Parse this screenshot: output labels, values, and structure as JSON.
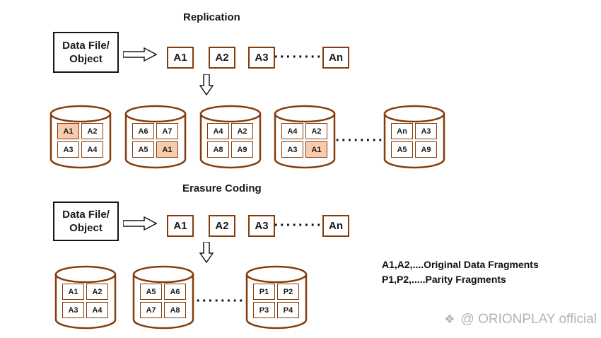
{
  "colors": {
    "fragment_border": "#843C0C",
    "highlight_fill": "#F8CBAD",
    "watermark": "#b3b3b3"
  },
  "replication": {
    "title": "Replication",
    "source": "Data File/\nObject",
    "fragments": {
      "f1": "A1",
      "f2": "A2",
      "f3": "A3",
      "dots": "········",
      "fn": "An"
    },
    "disk_dots": "········",
    "disks": [
      {
        "cells": [
          {
            "label": "A1",
            "highlight": true
          },
          {
            "label": "A2",
            "highlight": false
          },
          {
            "label": "A3",
            "highlight": false
          },
          {
            "label": "A4",
            "highlight": false
          }
        ]
      },
      {
        "cells": [
          {
            "label": "A6",
            "highlight": false
          },
          {
            "label": "A7",
            "highlight": false
          },
          {
            "label": "A5",
            "highlight": false
          },
          {
            "label": "A1",
            "highlight": true
          }
        ]
      },
      {
        "cells": [
          {
            "label": "A4",
            "highlight": false
          },
          {
            "label": "A2",
            "highlight": false
          },
          {
            "label": "A8",
            "highlight": false
          },
          {
            "label": "A9",
            "highlight": false
          }
        ]
      },
      {
        "cells": [
          {
            "label": "A4",
            "highlight": false
          },
          {
            "label": "A2",
            "highlight": false
          },
          {
            "label": "A3",
            "highlight": false
          },
          {
            "label": "A1",
            "highlight": true
          }
        ]
      },
      {
        "cells": [
          {
            "label": "An",
            "highlight": false
          },
          {
            "label": "A3",
            "highlight": false
          },
          {
            "label": "A5",
            "highlight": false
          },
          {
            "label": "A9",
            "highlight": false
          }
        ]
      }
    ]
  },
  "erasure": {
    "title": "Erasure Coding",
    "source": "Data File/\nObject",
    "fragments": {
      "f1": "A1",
      "f2": "A2",
      "f3": "A3",
      "dots": "········",
      "fn": "An"
    },
    "disk_dots": "········",
    "disks": [
      {
        "cells": [
          {
            "label": "A1",
            "highlight": false
          },
          {
            "label": "A2",
            "highlight": false
          },
          {
            "label": "A3",
            "highlight": false
          },
          {
            "label": "A4",
            "highlight": false
          }
        ]
      },
      {
        "cells": [
          {
            "label": "A5",
            "highlight": false
          },
          {
            "label": "A6",
            "highlight": false
          },
          {
            "label": "A7",
            "highlight": false
          },
          {
            "label": "A8",
            "highlight": false
          }
        ]
      },
      {
        "cells": [
          {
            "label": "P1",
            "highlight": false
          },
          {
            "label": "P2",
            "highlight": false
          },
          {
            "label": "P3",
            "highlight": false
          },
          {
            "label": "P4",
            "highlight": false
          }
        ]
      }
    ]
  },
  "legend": {
    "line1": "A1,A2,....Original Data Fragments",
    "line2": "P1,P2,.....Parity Fragments"
  },
  "watermark": {
    "icon": "❖",
    "text": "@ ORIONPLAY official"
  }
}
